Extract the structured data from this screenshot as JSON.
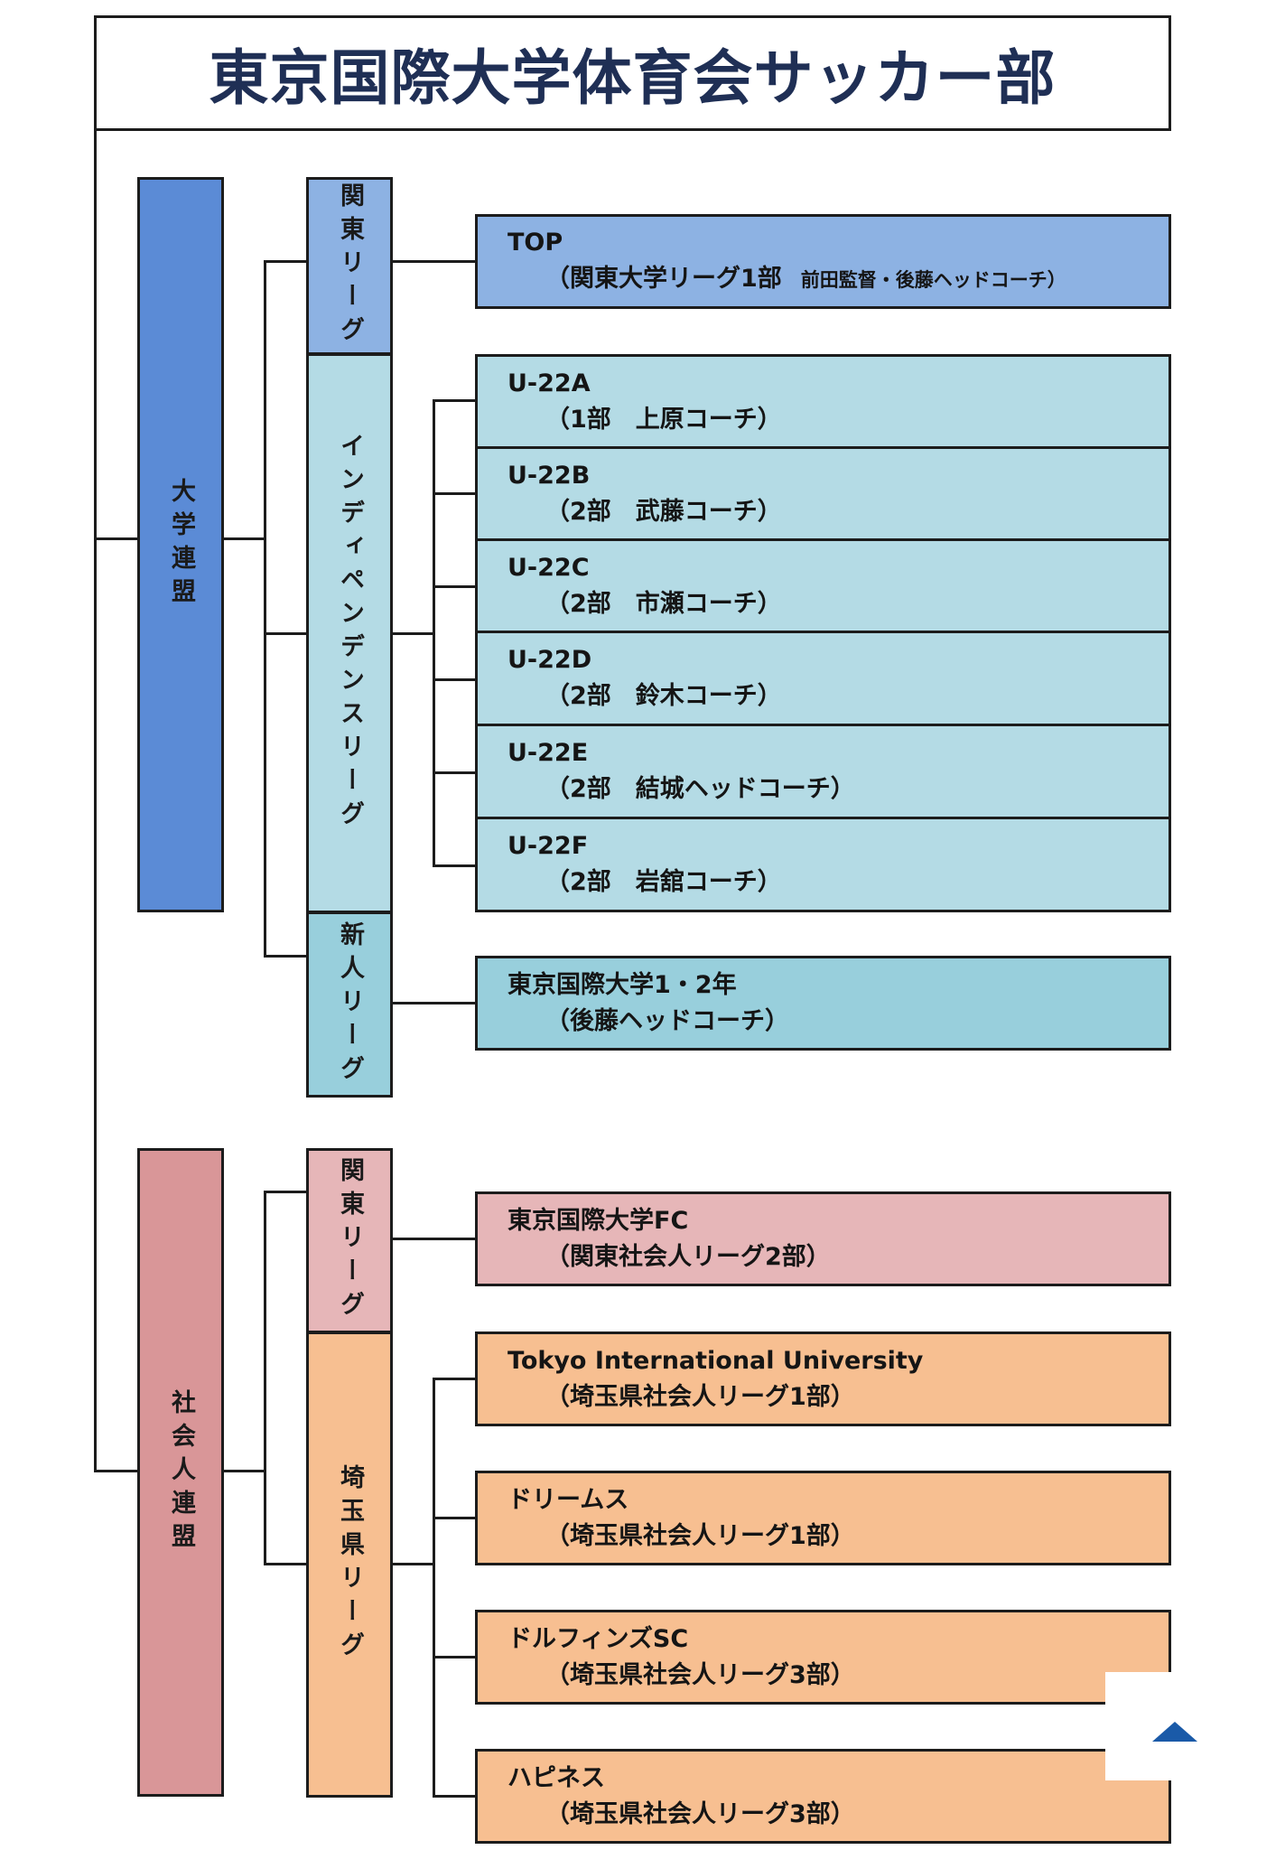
{
  "title": "東京国際大学体育会サッカー部",
  "colors": {
    "university_federation": "#5b8bd6",
    "kanto_university_league": "#8db2e3",
    "independence_league": "#b4dbe5",
    "freshman_league": "#98cfdc",
    "adult_federation": "#d99698",
    "kanto_adult_league": "#e6b6b8",
    "saitama_league": "#f7bf91",
    "title_text": "#1f2f55",
    "scroll_icon": "#1a5aa8"
  },
  "federations": [
    {
      "label": "大学連盟"
    },
    {
      "label": "社会人連盟"
    }
  ],
  "leagues": [
    {
      "label": "関東リーグ"
    },
    {
      "label": "インディペンデンスリーグ"
    },
    {
      "label": "新人リーグ"
    },
    {
      "label": "関東リーグ"
    },
    {
      "label": "埼玉県リーグ"
    }
  ],
  "teams": [
    {
      "name": "TOP",
      "info": "（関東大学リーグ1部",
      "info_extra": "　前田監督・後藤ヘッドコーチ）"
    },
    {
      "name": "U-22A",
      "info": "（1部　上原コーチ）"
    },
    {
      "name": "U-22B",
      "info": "（2部　武藤コーチ）"
    },
    {
      "name": "U-22C",
      "info": "（2部　市瀬コーチ）"
    },
    {
      "name": "U-22D",
      "info": "（2部　鈴木コーチ）"
    },
    {
      "name": "U-22E",
      "info": "（2部　結城ヘッドコーチ）"
    },
    {
      "name": "U-22F",
      "info": "（2部　岩舘コーチ）"
    },
    {
      "name": "東京国際大学1・2年",
      "info": "（後藤ヘッドコーチ）"
    },
    {
      "name": "東京国際大学FC",
      "info": "（関東社会人リーグ2部）"
    },
    {
      "name": "Tokyo International University",
      "info": "（埼玉県社会人リーグ1部）"
    },
    {
      "name": "ドリームス",
      "info": "（埼玉県社会人リーグ1部）"
    },
    {
      "name": "ドルフィンズSC",
      "info": "（埼玉県社会人リーグ3部）"
    },
    {
      "name": "ハピネス",
      "info": "（埼玉県社会人リーグ3部）"
    }
  ],
  "scroll_top_icon": "triangle-up-icon"
}
